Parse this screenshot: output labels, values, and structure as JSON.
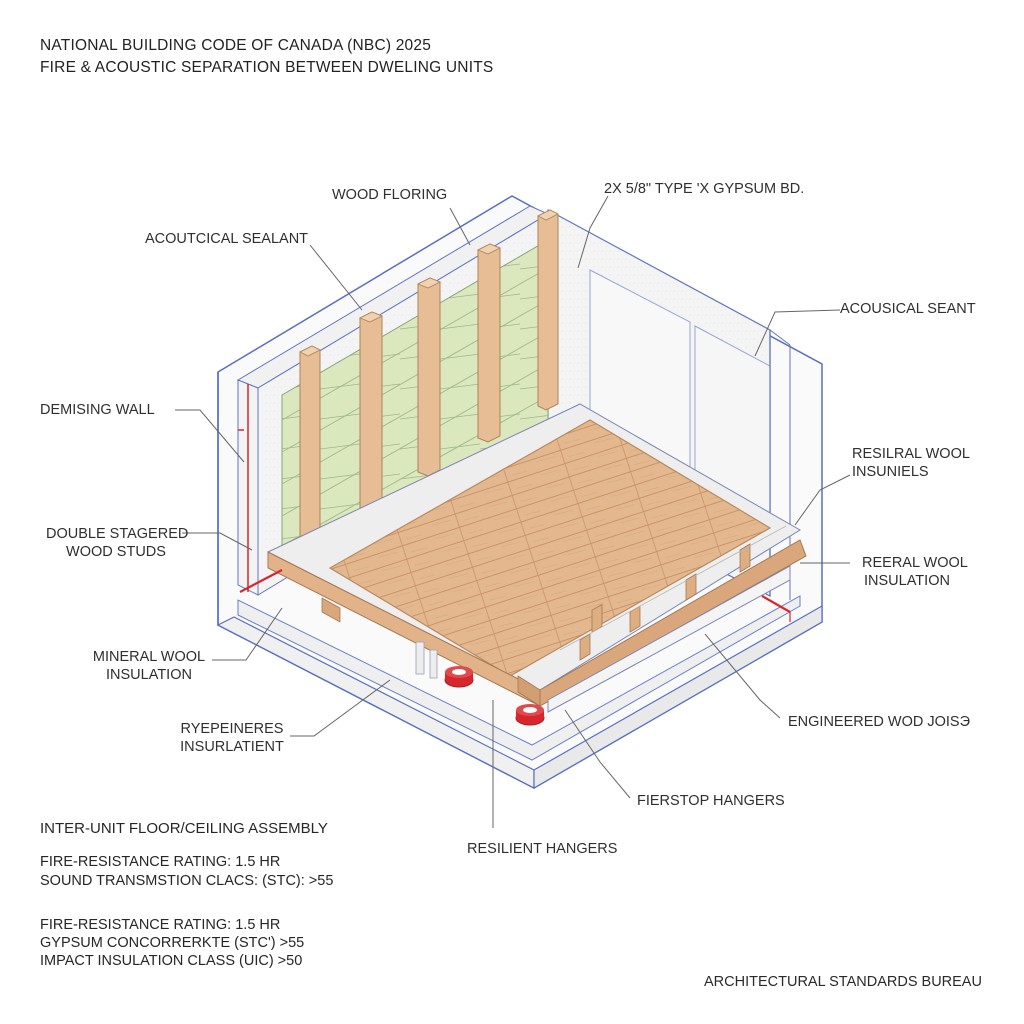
{
  "header": {
    "line1": "NATIONAL BUILDING CODE OF CANADA (NBC) 2025",
    "line2": "FIRE & ACOUSTIC SEPARATION BETWEEN DWELING UNITS"
  },
  "labels": {
    "wood_flooring": "WOOD FLORING",
    "gypsum": "2X 5/8\" TYPE 'X GYPSUM BD.",
    "acoustical_sealant_left": "ACOUTCICAL SEALANT",
    "acoustical_sealant_right": "ACOUSICAL SEANT",
    "demising_wall": "DEMISING WALL",
    "resilral_line1": "RESILRAL WOOL",
    "resilral_line2": "INSUNIELS",
    "double_studs_line1": "DOUBLE STAGERED",
    "double_studs_line2": "WOOD STUDS",
    "reeral_line1": "REERAL WOOL",
    "reeral_line2": "INSULATION",
    "mineral_line1": "MINERAL WOOL",
    "mineral_line2": "INSULATION",
    "ryepe_line1": "RYEPEINERES",
    "ryepe_line2": "INSURLATIENT",
    "engineered_joists": "ENGINEERED WOD JOISЭ",
    "firestop_hangers": "FIERSTOP HANGERS",
    "resilient_hangers": "RESILIENT HANGERS"
  },
  "specs": {
    "title": "INTER-UNIT FLOOR/CEILING ASSEMBLY",
    "line1": "FIRE-RESISTANCE RATING: 1.5 HR",
    "line2": "SOUND TRANSMSTION CLACS: (STC): >55",
    "line3": "FIRE-RESISTANCE RATING: 1.5 HR",
    "line4": "GYPSUM CONCORRERKTE (STC') >55",
    "line5": "IMPACT INSULATION CLASS (UIC) >50"
  },
  "footer": {
    "bureau": "ARCHITECTURAL STANDARDS BUREAU"
  },
  "colors": {
    "outline": "#3b55b5",
    "wood": "#e2b389",
    "wood_dark": "#c48d5e",
    "insulation_green": "#dfe9c2",
    "gypsum": "#f2f2f2",
    "firestop_red": "#d8262d"
  }
}
